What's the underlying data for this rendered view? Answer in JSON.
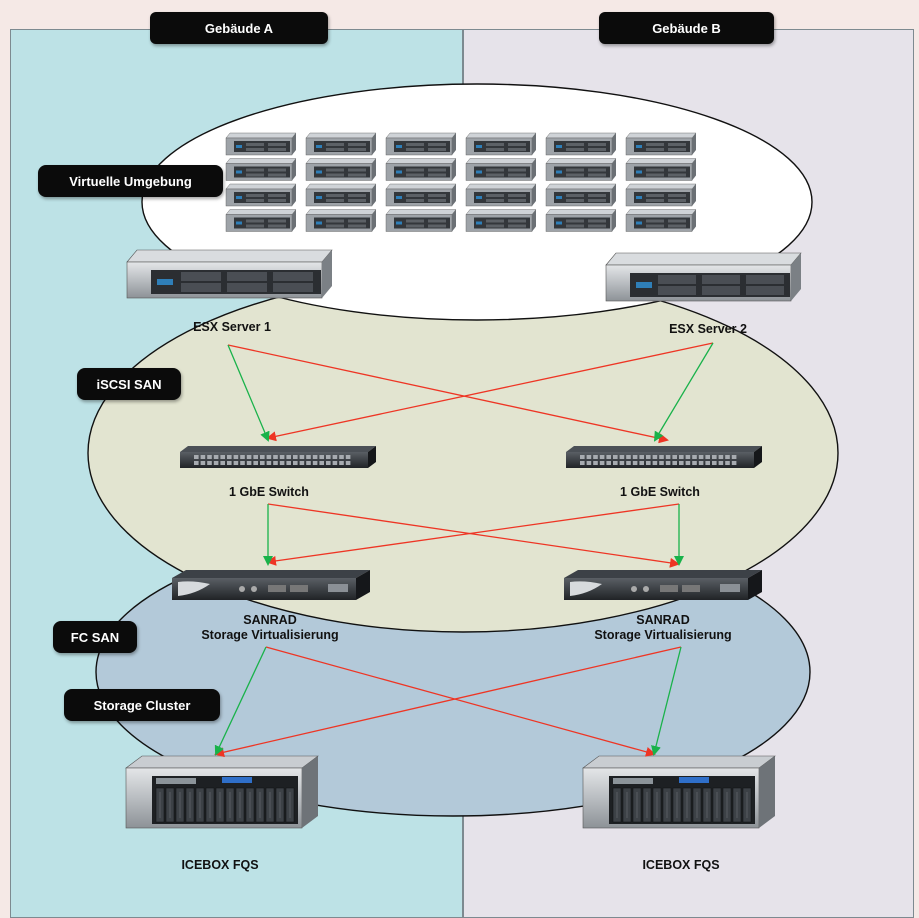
{
  "buildings": {
    "a_title": "Gebäude A",
    "b_title": "Gebäude B"
  },
  "zones": {
    "virtual": "Virtuelle Umgebung",
    "iscsi": "iSCSI SAN",
    "fc": "FC SAN",
    "storage": "Storage Cluster"
  },
  "devices": {
    "esx1": "ESX Server 1",
    "esx2": "ESX Server 2",
    "switch1": "1 GbE Switch",
    "switch2": "1 GbE Switch",
    "sanrad1_line1": "SANRAD",
    "sanrad1_line2": "Storage Virtualisierung",
    "sanrad2_line1": "SANRAD",
    "sanrad2_line2": "Storage Virtualisierung",
    "icebox1": "ICEBOX FQS",
    "icebox2": "ICEBOX FQS"
  },
  "virtual_machines": {
    "rows": 4,
    "columns": 6
  },
  "colors": {
    "building_a_bg": "#bde2e6",
    "building_b_bg": "#e6e3ea",
    "virtual_zone": "#ffffff",
    "iscsi_zone": "#e2e4d0",
    "fc_zone": "#b3c9d9",
    "primary_link": "#19b24a",
    "cross_link": "#ee3524"
  }
}
